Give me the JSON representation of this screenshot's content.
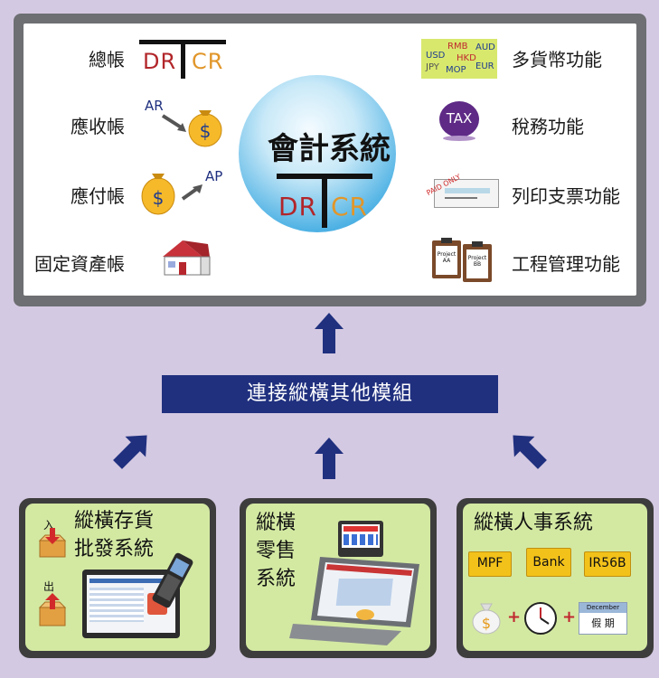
{
  "accounting": {
    "title": "會計系統",
    "dr": "DR",
    "cr": "CR",
    "left_features": [
      {
        "label": "總帳",
        "icon": "dr-cr-t-account-icon"
      },
      {
        "label": "應收帳",
        "icon": "accounts-receivable-moneybag-icon"
      },
      {
        "label": "應付帳",
        "icon": "accounts-payable-moneybag-icon"
      },
      {
        "label": "固定資產帳",
        "icon": "house-icon"
      }
    ],
    "right_features": [
      {
        "label": "多貨幣功能",
        "icon": "currency-panel-icon"
      },
      {
        "label": "稅務功能",
        "icon": "tax-badge-icon"
      },
      {
        "label": "列印支票功能",
        "icon": "cheque-icon"
      },
      {
        "label": "工程管理功能",
        "icon": "project-clipboards-icon"
      }
    ],
    "ar_label": "AR",
    "ap_label": "AP",
    "currencies": [
      "USD",
      "RMB",
      "AUD",
      "JPY",
      "HKD",
      "MOP",
      "EUR"
    ],
    "tax_label": "TAX",
    "cheque_stamp": "PAID ONLY",
    "projects": [
      "Project AA",
      "Project BB"
    ]
  },
  "connector": {
    "label": "連接縱橫其他模組"
  },
  "modules": [
    {
      "name": "inventory",
      "title_line1": "縱橫存貨",
      "title_line2": "批發系統",
      "in_label": "入",
      "out_label": "出"
    },
    {
      "name": "retail",
      "title_line1": "縱橫",
      "title_line2": "零售",
      "title_line3": "系統"
    },
    {
      "name": "hr",
      "title": "縱橫人事系統",
      "folders": [
        "MPF",
        "Bank",
        "IR56B"
      ],
      "calendar_month": "December",
      "calendar_text": "假 期",
      "plus": "+"
    }
  ],
  "colors": {
    "background": "#d4c9e2",
    "panel_border": "#6d6f72",
    "connector": "#20307f",
    "arrow": "#20307f",
    "module_fill": "#d3e9a2",
    "dr": "#b2262a",
    "cr": "#e1962a",
    "sphere": "#2a95d3"
  }
}
